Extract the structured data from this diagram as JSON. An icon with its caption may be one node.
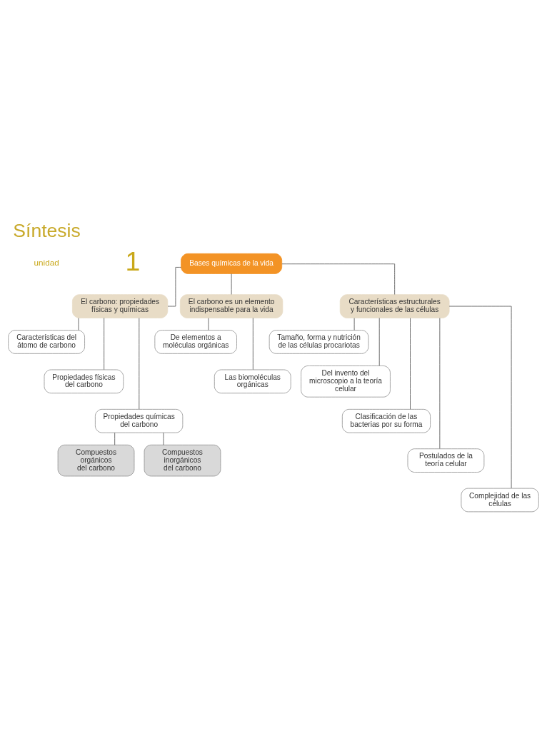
{
  "diagram": {
    "title": "Síntesis",
    "nodes": [
      {
        "text": [
          "Bases químicas de la vida"
        ]
      },
      {
        "text": [
          "El carbono: propiedades físicas y químicas"
        ]
      },
      {
        "text": [
          "Características del átomo de carbono"
        ]
      },
      {
        "text": [
          "Propiedades físicas del carbono"
        ]
      },
      {
        "text": [
          "Propiedades químicas del carbono"
        ]
      },
      {
        "text": [
          "Compuestos orgánicos del carbono"
        ]
      },
      {
        "text": [
          "Compuestos inorgánicos del carbono"
        ]
      },
      {
        "text": [
          "El carbono es un elemento indispensable para la vida"
        ]
      },
      {
        "text": [
          "De elementos a moléculas orgánicas"
        ]
      },
      {
        "text": [
          "Las biomoléculas orgánicas"
        ]
      },
      {
        "text": [
          "Características estructurales y funcionales de las células"
        ]
      },
      {
        "text": [
          "Tamaño, forma y nutrición de las células procariotas"
        ]
      },
      {
        "text": [
          "Del invento del microscopio a la teoría celular"
        ]
      },
      {
        "text": [
          "Clasificación de las bacterias por su forma"
        ]
      },
      {
        "text": [
          "Postulados de la teoría celular"
        ]
      },
      {
        "text": [
          "Complejidad de las células"
        ]
      }
    ],
    "edges": [
      {
        "from": 0,
        "to": 1,
        "arrow": "none"
      },
      {
        "from": 0,
        "to": 7,
        "arrow": "none"
      },
      {
        "from": 0,
        "to": 10,
        "arrow": "none"
      },
      {
        "from": 1,
        "to": 2,
        "arrow": "none"
      },
      {
        "from": 1,
        "to": 3,
        "arrow": "none"
      },
      {
        "from": 1,
        "to": 4,
        "arrow": "none"
      },
      {
        "from": 4,
        "to": 5,
        "arrow": "none"
      },
      {
        "from": 4,
        "to": 6,
        "arrow": "none"
      },
      {
        "from": 7,
        "to": 8,
        "arrow": "none"
      },
      {
        "from": 7,
        "to": 9,
        "arrow": "none"
      },
      {
        "from": 10,
        "to": 11,
        "arrow": "none"
      },
      {
        "from": 10,
        "to": 12,
        "arrow": "none"
      },
      {
        "from": 10,
        "to": 13,
        "arrow": "none"
      },
      {
        "from": 10,
        "to": 14,
        "arrow": "none"
      },
      {
        "from": 10,
        "to": 15,
        "arrow": "none"
      }
    ],
    "labels": [
      "unidad",
      "1"
    ]
  }
}
